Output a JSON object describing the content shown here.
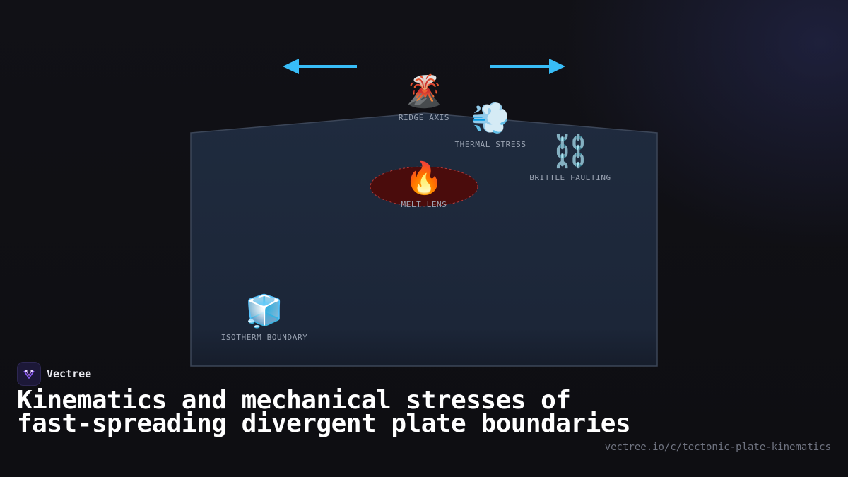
{
  "diagram": {
    "nodes": [
      {
        "id": "ridge",
        "icon": "volcano-icon",
        "emoji": "🌋",
        "label": "RIDGE AXIS"
      },
      {
        "id": "thermal",
        "icon": "steam-icon",
        "emoji": "💨",
        "label": "THERMAL STRESS"
      },
      {
        "id": "brittle",
        "icon": "chain-icon",
        "emoji": "⛓️",
        "label": "BRITTLE FAULTING"
      },
      {
        "id": "melt",
        "icon": "fire-icon",
        "emoji": "🔥",
        "label": "MELT LENS"
      },
      {
        "id": "isotherm",
        "icon": "ice-cube-icon",
        "emoji": "🧊",
        "label": "ISOTHERM BOUNDARY"
      }
    ],
    "arrows": [
      {
        "direction": "left",
        "color": "#38bdf8"
      },
      {
        "direction": "right",
        "color": "#38bdf8"
      }
    ],
    "colors": {
      "plate_fill": "#1e293b",
      "plate_stroke": "#3c4658",
      "melt_fill": "#4a0c0c",
      "melt_stroke": "#b03a3a",
      "arrow": "#38bdf8"
    }
  },
  "brand": {
    "name": "Vectree",
    "logo_icon": "vectree-logo-icon"
  },
  "title": "Kinematics and mechanical stresses of fast-spreading divergent plate boundaries",
  "url": "vectree.io/c/tectonic-plate-kinematics"
}
